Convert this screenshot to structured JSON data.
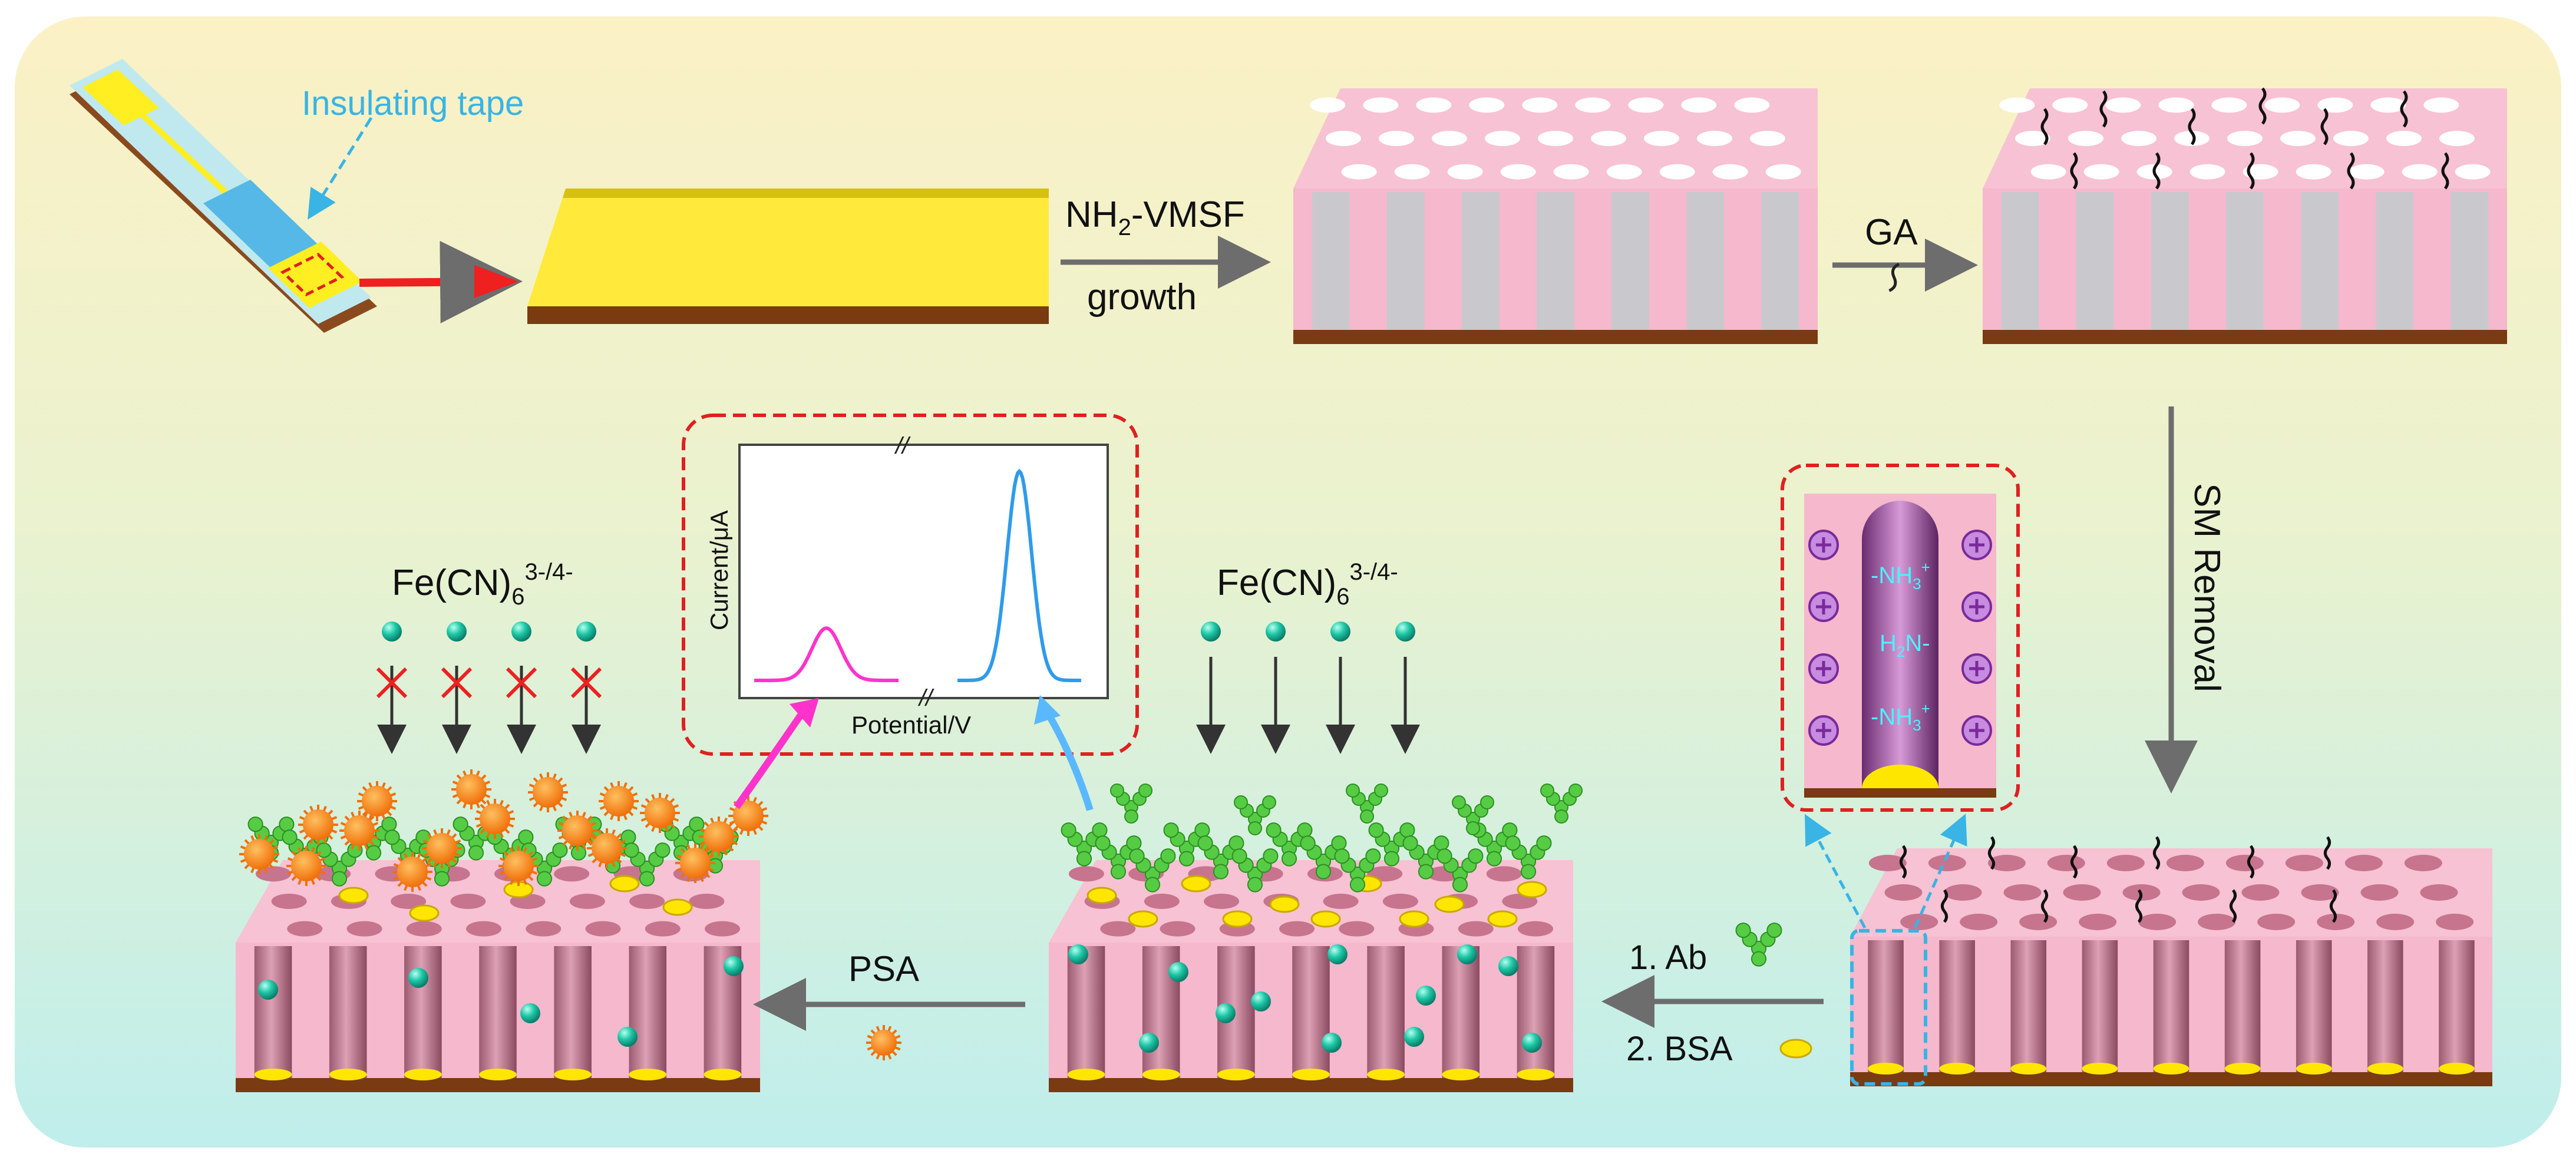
{
  "labels": {
    "insulating_tape": "Insulating tape",
    "vmsf_main": "NH",
    "vmsf_sub": "2",
    "vmsf_rest": "-VMSF",
    "growth": "growth",
    "ga": "GA",
    "sm_removal": "SM Removal",
    "ab": "1. Ab",
    "bsa": "2. BSA",
    "psa": "PSA",
    "probe_left": "Fe(CN)",
    "probe_left_sub": "6",
    "probe_left_sup": "3-/4-",
    "probe_mid": "Fe(CN)",
    "probe_mid_sub": "6",
    "probe_mid_sup": "3-/4-"
  },
  "inset_channel": {
    "amine1": "-NH",
    "amine1_sup": "+",
    "amine1_sub": "3",
    "amine2": "H",
    "amine2_sub": "2",
    "amine2_rest": "N-",
    "amine3": "-NH",
    "amine3_sup": "+",
    "amine3_sub": "3"
  },
  "inset_plot": {
    "ylabel": "Current/μA",
    "xlabel": "Potential/V",
    "break_mark": "//"
  },
  "chart_data": {
    "type": "line",
    "xlabel": "Potential/V",
    "ylabel": "Current/μA",
    "series": [
      {
        "color": "#ff33cc",
        "peak_relative_height": 0.25
      },
      {
        "color": "#2f9bea",
        "peak_relative_height": 1.0
      }
    ]
  },
  "colors": {
    "background_top": "#fbf1c5",
    "background_bottom": "#bfeeec",
    "pink": "#f5b8cc",
    "pore_gray": "#c9c9cd",
    "pore_mauve": "#b87a8c",
    "electrode_gold": "#ffee22",
    "substrate_brown": "#7a3a12",
    "arrow_gray": "#6d6d6d",
    "arrow_red": "#ee2020",
    "inset_border": "#e02020",
    "cyan_label": "#39b4e4",
    "probe_teal": "#1ec7a6",
    "antibody_green": "#55cc44",
    "bsa_yellow": "#ffe600",
    "psa_orange": "#f6921e"
  }
}
